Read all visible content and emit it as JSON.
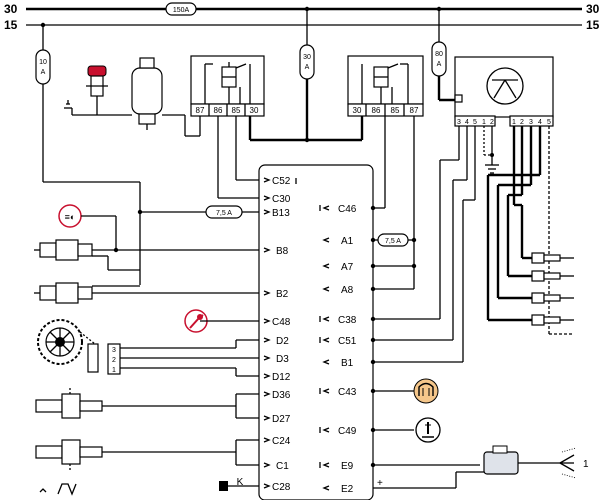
{
  "buses": {
    "b30": "30",
    "b15": "15"
  },
  "fuses": {
    "f150": "150A",
    "f10": "10 A",
    "f30": "30 A",
    "f80": "80 A",
    "f75a": "7,5 A",
    "f75b": "7,5 A"
  },
  "relay_left": {
    "pins": [
      "87",
      "86",
      "85",
      "30"
    ]
  },
  "relay_right": {
    "pins": [
      "30",
      "86",
      "85",
      "87"
    ]
  },
  "glow_unit": {
    "pins": [
      "3",
      "4",
      "5",
      "1",
      "2",
      "1",
      "2",
      "3",
      "4",
      "5"
    ]
  },
  "ecu": {
    "left_pins": [
      "C52",
      "C30",
      "B13",
      "B8",
      "B2",
      "C48",
      "D2",
      "D3",
      "D12",
      "D36",
      "D27",
      "C24",
      "C1",
      "C28"
    ],
    "right_pins": [
      "C46",
      "A1",
      "A7",
      "A8",
      "C38",
      "C51",
      "B1",
      "C43",
      "C49",
      "E9",
      "E2"
    ]
  },
  "sensor_connector": {
    "pins": [
      "3",
      "2",
      "1"
    ]
  },
  "labels": {
    "k": "K",
    "one": "1",
    "plus": "+"
  }
}
